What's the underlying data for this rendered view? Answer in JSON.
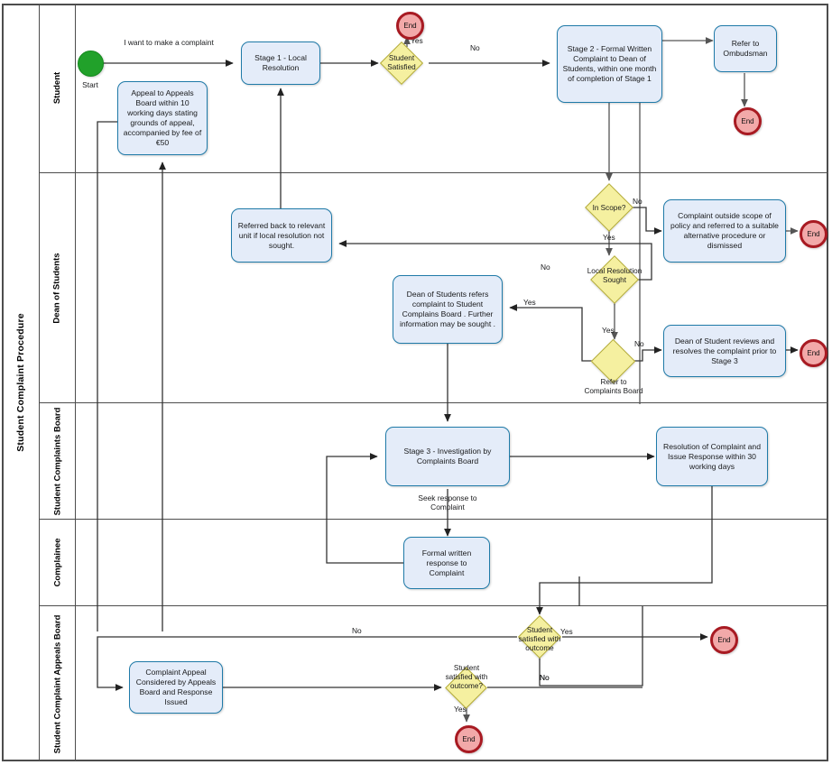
{
  "pool": {
    "title": "Student Complaint Procedure"
  },
  "lanes": [
    {
      "id": "student",
      "label": "Student"
    },
    {
      "id": "dean",
      "label": "Dean of Students"
    },
    {
      "id": "board",
      "label": "Student Complaints Board"
    },
    {
      "id": "complainee",
      "label": "Complainee"
    },
    {
      "id": "appeals",
      "label": "Student Complaint Appeals Board"
    }
  ],
  "nodes": {
    "start": {
      "type": "start-event",
      "caption": "Start"
    },
    "stage1": {
      "type": "task",
      "text": "Stage 1 - Local Resolution"
    },
    "appeal_box": {
      "type": "task",
      "text": "Appeal to Appeals Board within 10 working days stating grounds of appeal, accompanied by fee of €50"
    },
    "student_satisfied": {
      "type": "gateway",
      "text": "Student Satisfied"
    },
    "end1": {
      "type": "end-event",
      "text": "End"
    },
    "stage2": {
      "type": "task",
      "text": "Stage 2 - Formal Written Complaint to Dean of Students, within one month of completion of Stage 1"
    },
    "refer_ombudsman": {
      "type": "task",
      "text": "Refer to Ombudsman"
    },
    "end2": {
      "type": "end-event",
      "text": "End"
    },
    "in_scope": {
      "type": "gateway",
      "text": "In Scope?"
    },
    "outside_scope": {
      "type": "task",
      "text": "Complaint outside scope of policy and referred to a suitable alternative procedure or dismissed"
    },
    "end3": {
      "type": "end-event",
      "text": "End"
    },
    "local_res_sought": {
      "type": "gateway",
      "text": "Local Resolution Sought"
    },
    "referred_back": {
      "type": "task",
      "text": "Referred back to relevant unit if local resolution not sought."
    },
    "dean_refers": {
      "type": "task",
      "text": "Dean of Students refers complaint to Student Complains Board . Further information may be sought ."
    },
    "refer_board": {
      "type": "gateway",
      "text": "Refer to Complaints Board"
    },
    "dean_reviews": {
      "type": "task",
      "text": "Dean of Student reviews and resolves the complaint prior to Stage 3"
    },
    "end4": {
      "type": "end-event",
      "text": "End"
    },
    "stage3": {
      "type": "task",
      "text": "Stage 3 - Investigation by Complaints Board"
    },
    "resolution": {
      "type": "task",
      "text": "Resolution of Complaint and Issue Response within 30 working days"
    },
    "formal_response": {
      "type": "task",
      "text": "Formal written response to Complaint"
    },
    "satisfied_outcome": {
      "type": "gateway",
      "text": "Student satisfied with outcome"
    },
    "end5": {
      "type": "end-event",
      "text": "End"
    },
    "complaint_appeal": {
      "type": "task",
      "text": "Complaint Appeal Considered by Appeals Board and Response Issued"
    },
    "satisfied_outcome2": {
      "type": "gateway",
      "text": "Student satisfied with outcome?"
    },
    "end6": {
      "type": "end-event",
      "text": "End"
    }
  },
  "edge_labels": {
    "want_complaint": "I want to make a complaint",
    "sat_yes": "Yes",
    "sat_no": "No",
    "scope_no": "No",
    "scope_yes": "Yes",
    "local_no": "No",
    "local_yes": "Yes",
    "refer_yes": "Yes",
    "refer_no": "No",
    "seek_response": "Seek response to Complaint",
    "outcome_yes": "Yes",
    "outcome_no": "No",
    "appeal_no": "No",
    "outcome2_yes": "Yes",
    "outcome2_no": "No"
  },
  "colors": {
    "task_fill": "#e4ecf9",
    "task_stroke": "#1f7aa8",
    "gateway_fill": "#f5f0a0",
    "gateway_stroke": "#b3ab3a",
    "start_fill": "#21a12a",
    "end_fill": "#f2a9a9",
    "end_stroke": "#a81a22",
    "lane_stroke": "#4d4d4d",
    "edge_stroke": "#333333"
  }
}
